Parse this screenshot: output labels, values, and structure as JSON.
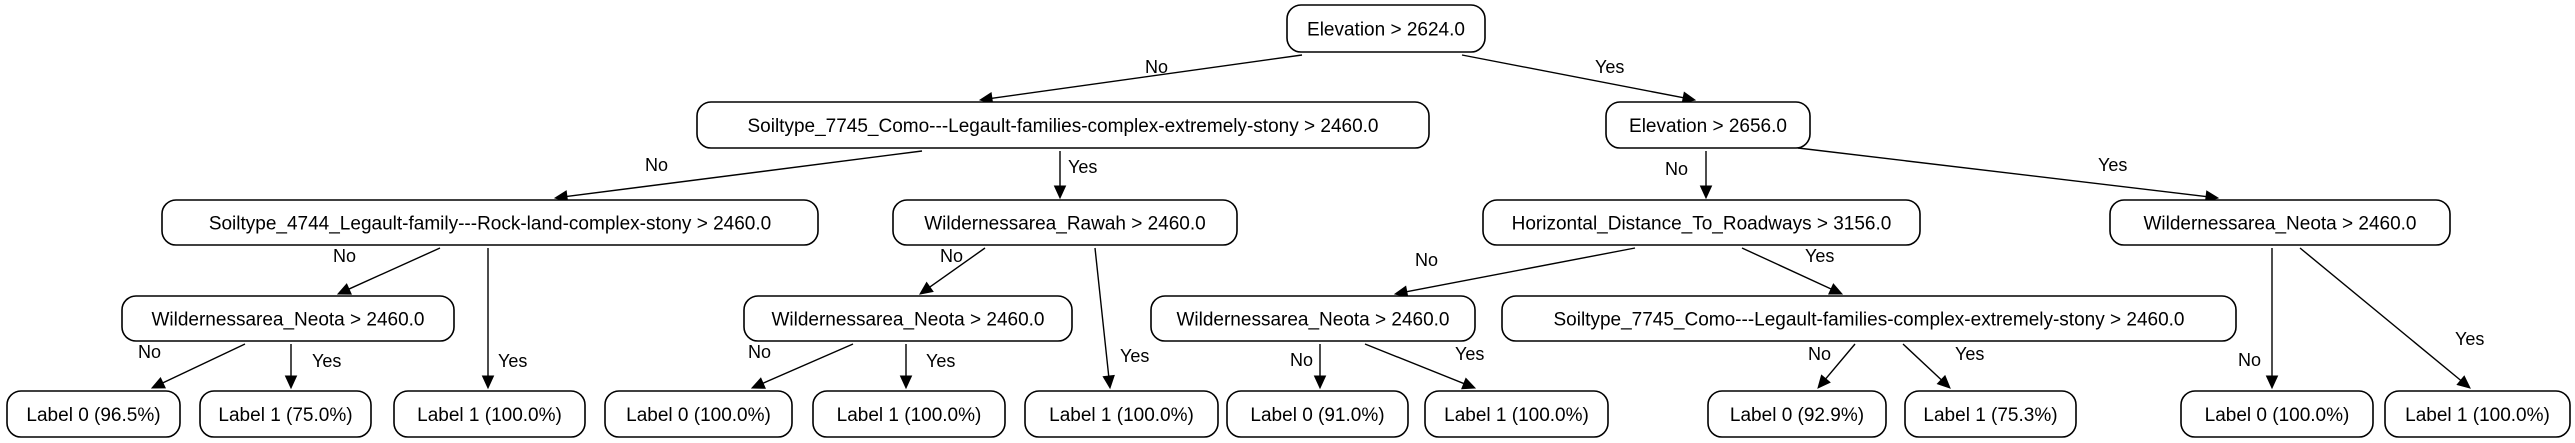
{
  "tree": {
    "nodes": [
      {
        "id": "n0",
        "label": "Elevation > 2624.0"
      },
      {
        "id": "n1",
        "label": "Soiltype_7745_Como---Legault-families-complex-extremely-stony > 2460.0"
      },
      {
        "id": "n2",
        "label": "Elevation > 2656.0"
      },
      {
        "id": "n3",
        "label": "Soiltype_4744_Legault-family---Rock-land-complex-stony > 2460.0"
      },
      {
        "id": "n4",
        "label": "Wildernessarea_Rawah > 2460.0"
      },
      {
        "id": "n5",
        "label": "Horizontal_Distance_To_Roadways > 3156.0"
      },
      {
        "id": "n6",
        "label": "Wildernessarea_Neota > 2460.0"
      },
      {
        "id": "n7",
        "label": "Wildernessarea_Neota > 2460.0"
      },
      {
        "id": "n8",
        "label": "Label 1 (100.0%)"
      },
      {
        "id": "n9",
        "label": "Wildernessarea_Neota > 2460.0"
      },
      {
        "id": "n10",
        "label": "Label 1 (100.0%)"
      },
      {
        "id": "n11",
        "label": "Wildernessarea_Neota > 2460.0"
      },
      {
        "id": "n12",
        "label": "Soiltype_7745_Como---Legault-families-complex-extremely-stony > 2460.0"
      },
      {
        "id": "n13",
        "label": "Label 0 (100.0%)"
      },
      {
        "id": "n14",
        "label": "Label 1 (100.0%)"
      },
      {
        "id": "n15",
        "label": "Label 0 (96.5%)"
      },
      {
        "id": "n16",
        "label": "Label 1 (75.0%)"
      },
      {
        "id": "n17",
        "label": "Label 0 (100.0%)"
      },
      {
        "id": "n18",
        "label": "Label 1 (100.0%)"
      },
      {
        "id": "n19",
        "label": "Label 0 (91.0%)"
      },
      {
        "id": "n20",
        "label": "Label 1 (100.0%)"
      },
      {
        "id": "n21",
        "label": "Label 0 (92.9%)"
      },
      {
        "id": "n22",
        "label": "Label 1 (75.3%)"
      }
    ],
    "edges": [
      {
        "from": "n0",
        "to": "n1",
        "label": "No"
      },
      {
        "from": "n0",
        "to": "n2",
        "label": "Yes"
      },
      {
        "from": "n1",
        "to": "n3",
        "label": "No"
      },
      {
        "from": "n1",
        "to": "n4",
        "label": "Yes"
      },
      {
        "from": "n2",
        "to": "n5",
        "label": "No"
      },
      {
        "from": "n2",
        "to": "n6",
        "label": "Yes"
      },
      {
        "from": "n3",
        "to": "n7",
        "label": "No"
      },
      {
        "from": "n3",
        "to": "n8",
        "label": "Yes"
      },
      {
        "from": "n4",
        "to": "n9",
        "label": "No"
      },
      {
        "from": "n4",
        "to": "n10",
        "label": "Yes"
      },
      {
        "from": "n5",
        "to": "n11",
        "label": "No"
      },
      {
        "from": "n5",
        "to": "n12",
        "label": "Yes"
      },
      {
        "from": "n6",
        "to": "n13",
        "label": "No"
      },
      {
        "from": "n6",
        "to": "n14",
        "label": "Yes"
      },
      {
        "from": "n7",
        "to": "n15",
        "label": "No"
      },
      {
        "from": "n7",
        "to": "n16",
        "label": "Yes"
      },
      {
        "from": "n9",
        "to": "n17",
        "label": "No"
      },
      {
        "from": "n9",
        "to": "n18",
        "label": "Yes"
      },
      {
        "from": "n11",
        "to": "n19",
        "label": "No"
      },
      {
        "from": "n11",
        "to": "n20",
        "label": "Yes"
      },
      {
        "from": "n12",
        "to": "n21",
        "label": "No"
      },
      {
        "from": "n12",
        "to": "n22",
        "label": "Yes"
      }
    ]
  }
}
